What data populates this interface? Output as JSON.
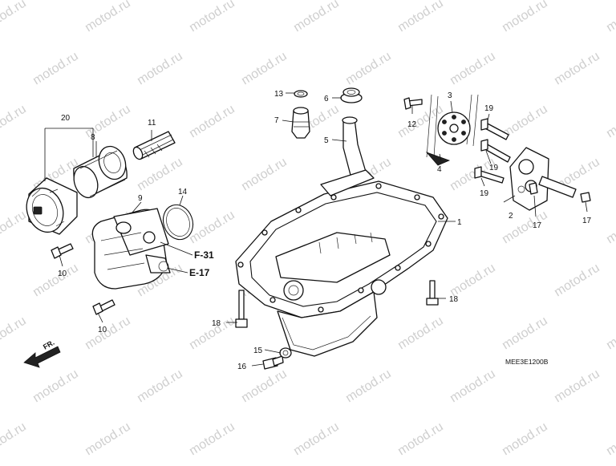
{
  "watermark": "motod.ru",
  "diagram_code": "MEE3E1200B",
  "direction_label": "FR.",
  "ref_labels": {
    "f31": "F-31",
    "e17": "E-17"
  },
  "callouts": [
    "1",
    "2",
    "3",
    "4",
    "5",
    "6",
    "7",
    "8",
    "9",
    "10",
    "10",
    "11",
    "12",
    "13",
    "14",
    "15",
    "16",
    "17",
    "17",
    "18",
    "18",
    "19",
    "19",
    "19",
    "20"
  ]
}
